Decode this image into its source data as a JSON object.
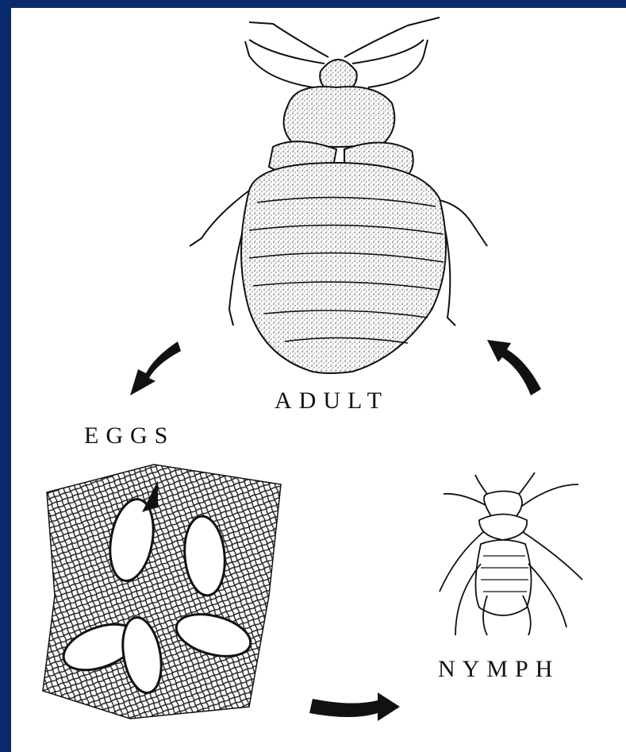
{
  "diagram": {
    "stages": {
      "adult": "ADULT",
      "eggs": "EGGS",
      "nymph": "NYMPH"
    },
    "colors": {
      "frame": "#0b2a6e",
      "background": "#ffffff",
      "ink": "#111111"
    }
  }
}
